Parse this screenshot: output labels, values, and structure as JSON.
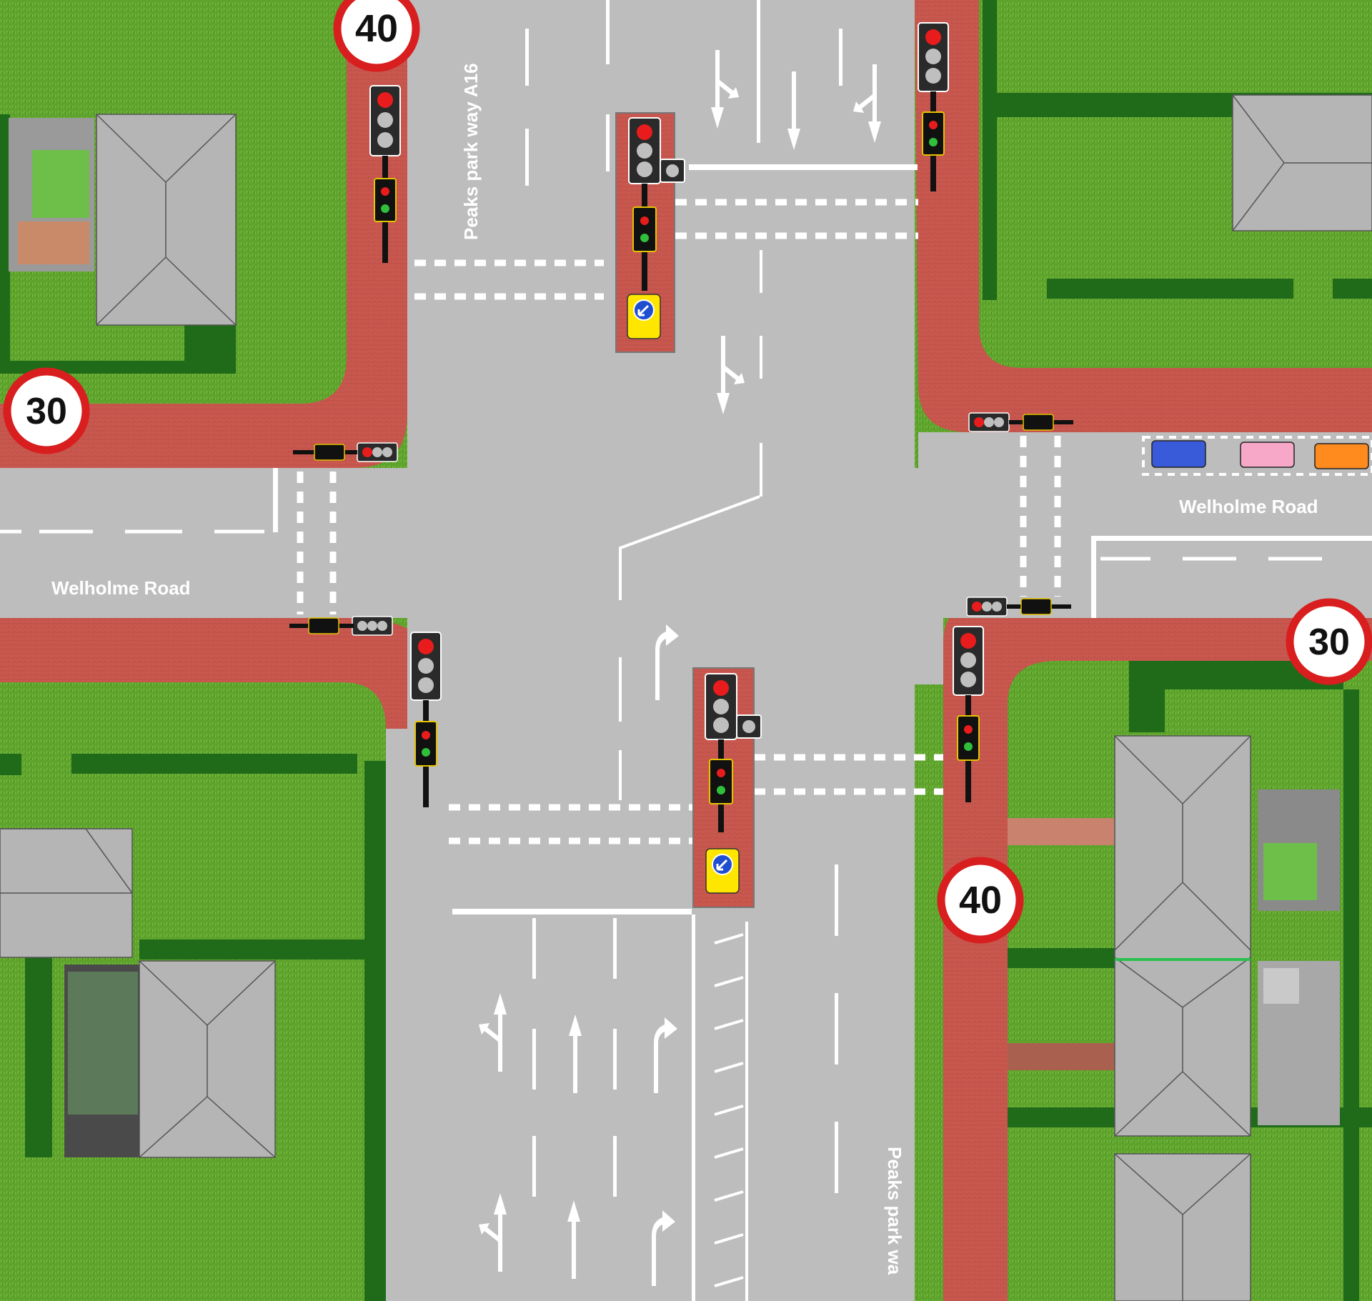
{
  "map": {
    "roads": {
      "main_road_north_label": "Peaks park way A16",
      "main_road_south_label": "Peaks park wa",
      "side_road_west_label": "Welholme Road",
      "side_road_east_label": "Welholme Road"
    },
    "speed_limits": {
      "north": "40",
      "south": "40",
      "west": "30",
      "east": "30"
    },
    "colors": {
      "grass": "#5ea32c",
      "hedge": "#1f6b1a",
      "road": "#bdbdbd",
      "pavement": "#c9584f",
      "roof": "#b5b5b5",
      "sign_red": "#d81e1e",
      "keep_left_sign": "#ffe600"
    },
    "parked_vehicles": [
      {
        "color": "#3a5bd9"
      },
      {
        "color": "#f7a8c8"
      },
      {
        "color": "#ff8a1e"
      }
    ]
  }
}
